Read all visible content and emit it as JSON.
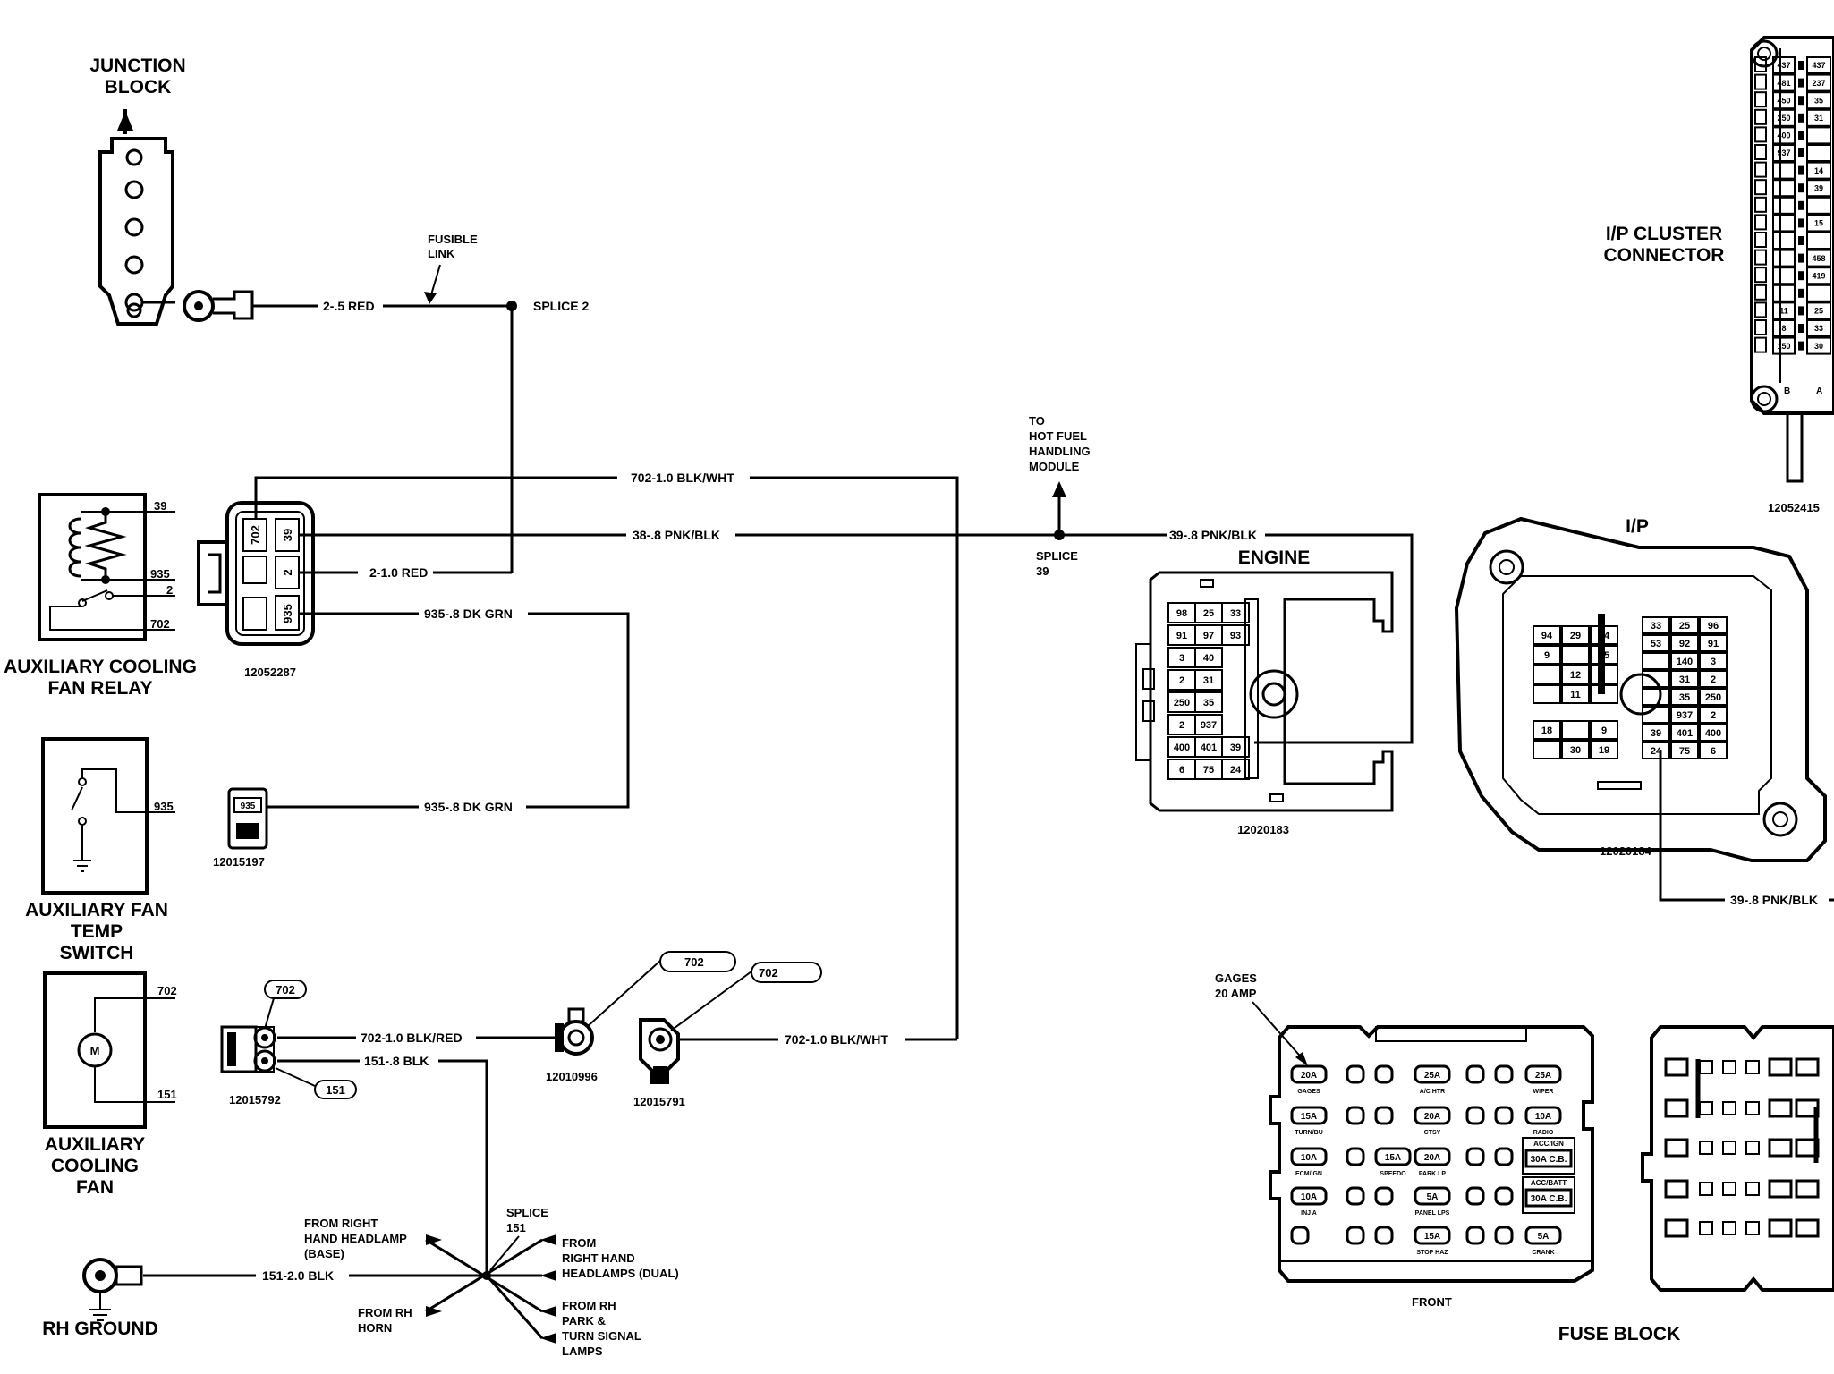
{
  "components": {
    "junction_block": {
      "line1": "JUNCTION",
      "line2": "BLOCK"
    },
    "relay": {
      "line1": "AUXILIARY COOLING",
      "line2": "FAN RELAY",
      "part": "12052287"
    },
    "fan_temp_switch": {
      "line1": "AUXILIARY FAN",
      "line2": "TEMP",
      "line3": "SWITCH",
      "connector": "12015197"
    },
    "fan": {
      "line1": "AUXILIARY",
      "line2": "COOLING",
      "line3": "FAN",
      "motor_symbol": "M",
      "connector": "12015792"
    },
    "rh_ground": {
      "label": "RH GROUND"
    },
    "ip_cluster": {
      "line1": "I/P CLUSTER",
      "line2": "CONNECTOR",
      "part": "12052415",
      "side_b": "B",
      "side_a": "A"
    },
    "engine_connector": {
      "title": "ENGINE",
      "part": "12020183"
    },
    "ip_connector": {
      "title": "I/P",
      "part": "12020184"
    },
    "fuse_block": {
      "title": "FUSE BLOCK",
      "front": "FRONT",
      "callout_line1": "GAGES",
      "callout_line2": "20 AMP"
    },
    "connector_12010996": "12010996",
    "connector_12015791": "12015791"
  },
  "wires": {
    "w2_5_red": "2-.5 RED",
    "w2_1_red": "2-1.0 RED",
    "w702_top": "702-1.0 BLK/WHT",
    "w38_pnk": "38-.8 PNK/BLK",
    "w39_pnk": "39-.8 PNK/BLK",
    "w39_pnk_ip": "39-.8 PNK/BLK",
    "w935_relay": "935-.8 DK GRN",
    "w935_switch": "935-.8 DK GRN",
    "w702_blkred": "702-1.0 BLK/RED",
    "w151_blk": "151-.8 BLK",
    "w151_gnd": "151-2.0 BLK",
    "w702_bot": "702-1.0 BLK/WHT"
  },
  "terminals": {
    "relay_39": "39",
    "relay_935": "935",
    "relay_2": "2",
    "relay_702": "702",
    "switch_935": "935",
    "fan_702": "702",
    "fan_151": "151",
    "relay_conn_702": "702",
    "relay_conn_39": "39",
    "relay_conn_2": "2",
    "relay_conn_935": "935",
    "sw_conn_935": "935",
    "tag_702_fan": "702",
    "tag_151_fan": "151",
    "tag_702_a": "702",
    "tag_702_b": "702"
  },
  "annotations": {
    "fusible_1": "FUSIBLE",
    "fusible_2": "LINK",
    "splice2": "SPLICE 2",
    "to_1": "TO",
    "to_2": "HOT FUEL",
    "to_3": "HANDLING",
    "to_4": "MODULE",
    "splice39_1": "SPLICE",
    "splice39_2": "39",
    "splice151_1": "SPLICE",
    "splice151_2": "151",
    "from_rh_hl_1": "FROM RIGHT",
    "from_rh_hl_2": "HAND HEADLAMP",
    "from_rh_hl_3": "(BASE)",
    "from_rh_hls_1": "FROM",
    "from_rh_hls_2": "RIGHT HAND",
    "from_rh_hls_3": "HEADLAMPS (DUAL)",
    "from_horn_1": "FROM RH",
    "from_horn_2": "HORN",
    "from_park_1": "FROM RH",
    "from_park_2": "PARK &",
    "from_park_3": "TURN SIGNAL",
    "from_park_4": "LAMPS"
  },
  "ip_cluster_cells": {
    "left": [
      "437",
      "481",
      "450",
      "250",
      "400",
      "937"
    ],
    "right": [
      "437",
      "237",
      "35",
      "31",
      "",
      "",
      "14",
      "39",
      "",
      "15",
      "",
      "458",
      "419",
      "",
      "25",
      "33",
      "30"
    ],
    "lower_left": [
      "11",
      "8",
      "150"
    ]
  },
  "engine_cells": [
    [
      "98",
      "25",
      "33"
    ],
    [
      "91",
      "97",
      "93"
    ],
    [
      "3",
      "40"
    ],
    [
      "2",
      "31"
    ],
    [
      "250",
      "35"
    ],
    [
      "2",
      "937"
    ],
    [
      "400",
      "401",
      "39"
    ],
    [
      "6",
      "75",
      "24"
    ]
  ],
  "ip_cells": {
    "left_upper": [
      [
        "94",
        "29",
        "14"
      ],
      [
        "9",
        "",
        "15"
      ],
      [
        "",
        "12",
        ""
      ],
      [
        "",
        "11",
        ""
      ]
    ],
    "left_lower": [
      [
        "18",
        "",
        "9"
      ],
      [
        "",
        "30",
        "19"
      ]
    ],
    "right": [
      [
        "33",
        "25",
        "96"
      ],
      [
        "53",
        "92",
        "91"
      ],
      [
        "",
        "140",
        "3"
      ],
      [
        "",
        "31",
        "2"
      ],
      [
        "",
        "35",
        "250"
      ],
      [
        "",
        "937",
        "2"
      ],
      [
        "39",
        "401",
        "400"
      ],
      [
        "24",
        "75",
        "6"
      ]
    ]
  },
  "fuses": [
    {
      "amp": "20A",
      "name": "GAGES"
    },
    {
      "amp": "25A",
      "name": "A/C HTR"
    },
    {
      "amp": "25A",
      "name": "WIPER"
    },
    {
      "amp": "15A",
      "name": "TURN/BU"
    },
    {
      "amp": "20A",
      "name": "CTSY"
    },
    {
      "amp": "10A",
      "name": "RADIO"
    },
    {
      "amp": "10A",
      "name": "ECM/IGN"
    },
    {
      "amp": "15A",
      "name": "SPEEDO"
    },
    {
      "amp": "20A",
      "name": "PARK LP"
    },
    {
      "amp": "10A",
      "name": "INJ A"
    },
    {
      "amp": "5A",
      "name": "PANEL LPS"
    },
    {
      "amp": "15A",
      "name": "STOP HAZ"
    },
    {
      "amp": "5A",
      "name": "CRANK"
    }
  ],
  "breakers": [
    {
      "top": "ACC/IGN",
      "amp": "30A C.B."
    },
    {
      "top": "ACC/BATT",
      "amp": "30A C.B."
    }
  ]
}
